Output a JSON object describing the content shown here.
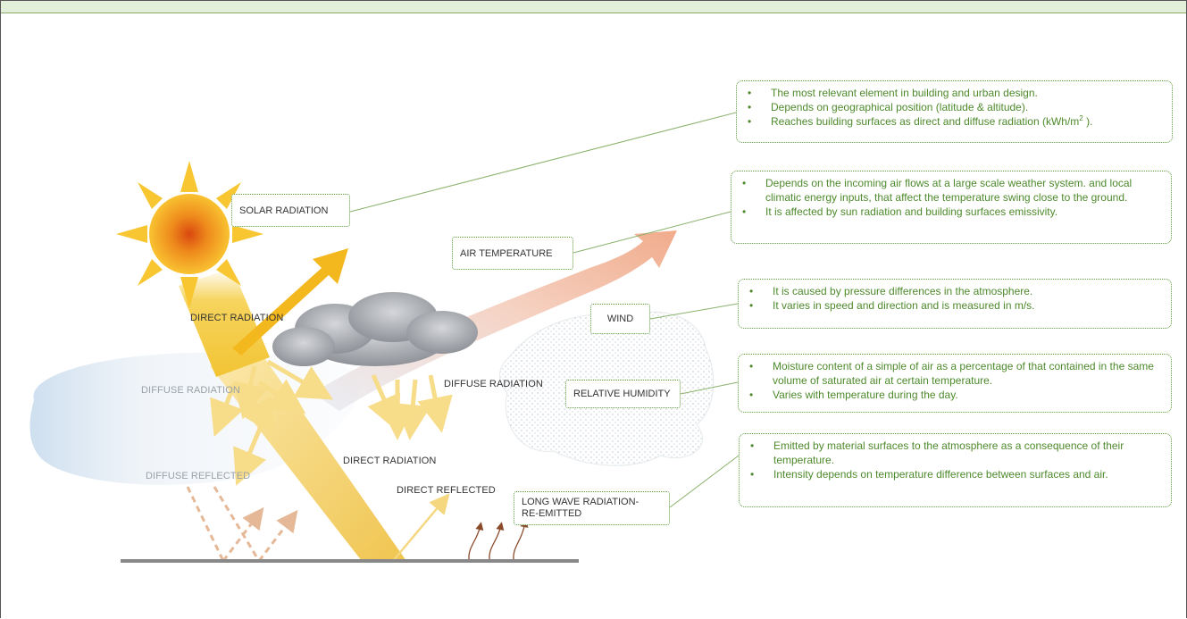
{
  "labels": {
    "solar_radiation": "SOLAR RADIATION",
    "air_temperature": "AIR TEMPERATURE",
    "wind": "WIND",
    "relative_humidity": "RELATIVE HUMIDITY",
    "long_wave_line1": "LONG WAVE RADIATION-",
    "long_wave_line2": "RE-EMITTED",
    "direct_radiation_upper": "DIRECT RADIATION",
    "direct_radiation_lower": "DIRECT RADIATION",
    "diffuse_radiation_left": "DIFFUSE RADIATION",
    "diffuse_radiation_center": "DIFFUSE RADIATION",
    "diffuse_reflected": "DIFFUSE REFLECTED",
    "direct_reflected": "DIRECT REFLECTED"
  },
  "info": {
    "solar": {
      "items": [
        "The most relevant element in building and urban design.",
        "Depends on geographical position (latitude & altitude)."
      ],
      "last_item_text": "Reaches building surfaces as direct and diffuse radiation (kWh/m",
      "last_item_sup": "2",
      "last_item_tail": " )."
    },
    "air_temperature": {
      "items": [
        "Depends on the incoming air flows at a large scale weather system. and local climatic energy inputs, that affect the temperature swing close to the ground.",
        "It is affected by sun radiation and building surfaces emissivity."
      ]
    },
    "wind": {
      "items": [
        "It is caused by pressure differences in the atmosphere.",
        "It varies in speed and direction and is measured in m/s."
      ]
    },
    "humidity": {
      "items": [
        "Moisture content of a simple of air as a percentage of that contained in the same volume of saturated air at certain temperature.",
        "Varies with temperature during the day."
      ]
    },
    "long_wave": {
      "items": [
        "Emitted by material surfaces to the atmosphere as a consequence of their temperature.",
        "Intensity depends on temperature difference between surfaces and air."
      ]
    }
  },
  "colors": {
    "band_fill": "#e2efd9",
    "dotted_border": "#5f9a3a",
    "info_text": "#4e8a2c",
    "sun_core": "#e05a10",
    "sun_rays": "#f7c631",
    "direct_beam": "#f2c02e",
    "diffuse_arrows": "#f7dc8a",
    "reflected_dashed": "#e5b898",
    "warm_air": "#f2a98a",
    "longwave_arrows": "#8a4a2a",
    "ground": "#888888"
  },
  "icons": {
    "sun": "sun-icon",
    "cloud": "cloud-icon",
    "humidity_cloud": "humidity-cloud-icon"
  }
}
